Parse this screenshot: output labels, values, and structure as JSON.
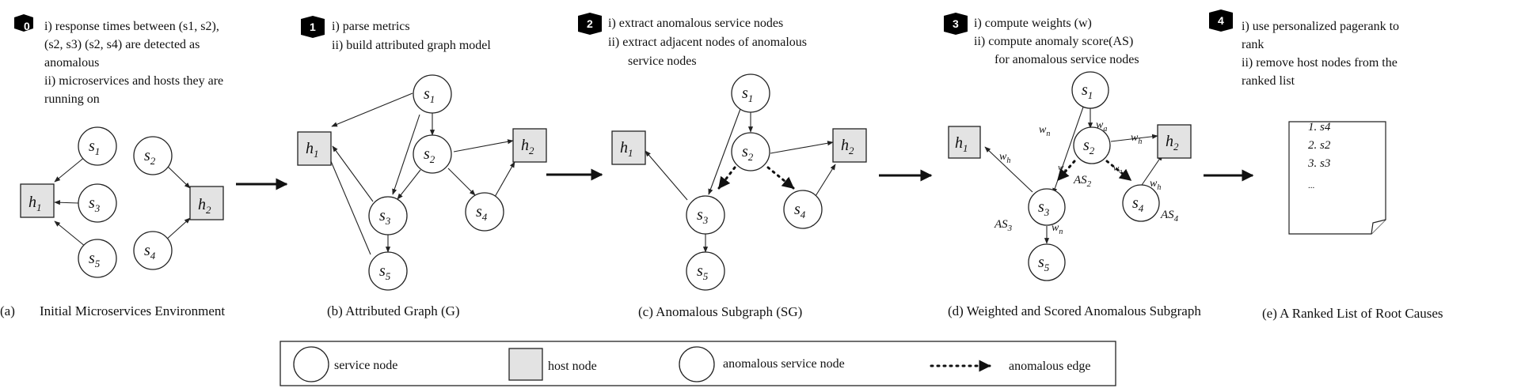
{
  "steps": [
    {
      "badge": "0",
      "lines": [
        "i) response times  between (s1, s2),",
        "(s2, s3)  (s2, s4)  are detected as",
        "anomalous",
        "ii) microservices and  hosts they are",
        "running on"
      ]
    },
    {
      "badge": "1",
      "lines": [
        "i) parse metrics",
        "ii) build attributed graph model"
      ]
    },
    {
      "badge": "2",
      "lines": [
        "i) extract anomalous service nodes",
        "ii) extract adjacent nodes of anomalous",
        "service nodes"
      ]
    },
    {
      "badge": "3",
      "lines": [
        "i) compute weights (w)",
        "ii) compute anomaly score(AS)",
        "for anomalous service nodes"
      ]
    },
    {
      "badge": "4",
      "lines": [
        "i) use personalized pagerank to",
        "rank",
        "ii) remove host nodes from the",
        "ranked list"
      ]
    }
  ],
  "captions": {
    "a_letter": "(a)",
    "a": "Initial Microservices Environment",
    "b": "(b) Attributed Graph (G)",
    "c": "(c) Anomalous Subgraph (SG)",
    "d": "(d) Weighted and Scored Anomalous Subgraph",
    "e": "(e) A Ranked List of Root Causes"
  },
  "node_labels": {
    "s": "s",
    "h": "h",
    "AS": "AS",
    "w": "w"
  },
  "ranked_list": [
    "1. s4",
    "2. s2",
    "3. s3",
    "..."
  ],
  "legend": {
    "service_node": "service node",
    "host_node": "host node",
    "anomalous_service_node": "anomalous service node",
    "anomalous_edge": "anomalous edge"
  },
  "colors": {
    "badge": "#000000",
    "host_fill": "#e3e3e3",
    "line": "#222222"
  }
}
